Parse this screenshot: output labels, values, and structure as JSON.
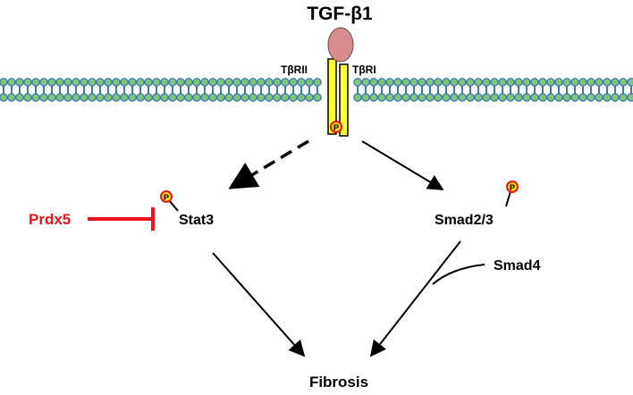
{
  "title": "TGF-β1",
  "receptors": {
    "type2": "TβRII",
    "type1": "TβRI"
  },
  "phospho_label": "P",
  "nodes": {
    "inhibitor": "Prdx5",
    "stat3": "Stat3",
    "smad23": "Smad2/3",
    "smad4": "Smad4",
    "outcome": "Fibrosis"
  },
  "colors": {
    "inhibitor": "#e8161c",
    "ligand": "#d88c8c",
    "receptor": "#ffff33",
    "membrane_head": "#7fc47f",
    "membrane_tail": "#3f7aa8",
    "phospho_fill": "#ffd21f",
    "phospho_ring": "#e31a1c"
  }
}
